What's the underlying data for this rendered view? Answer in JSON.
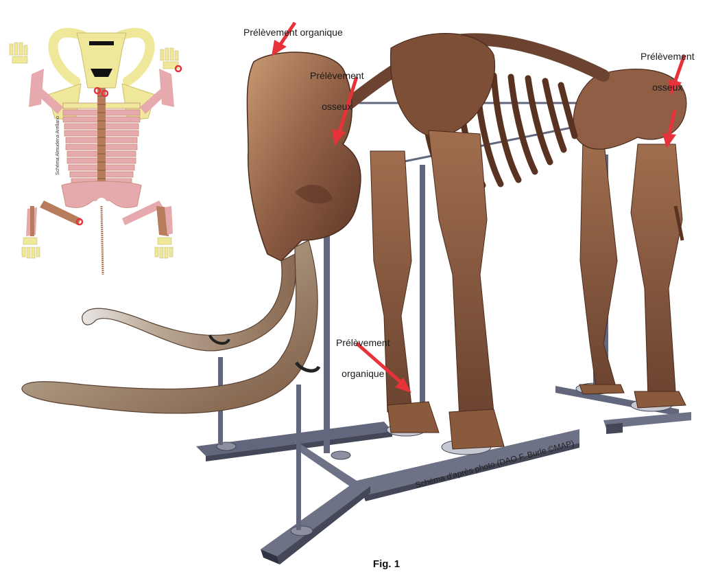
{
  "labels": {
    "organic_top": "Prélèvement organique",
    "bone_head_line1": "Prélèvement",
    "bone_head_line2": "osseux",
    "bone_right_line1": "Prélèvement",
    "bone_right_line2": "osseux",
    "organic_foot_line1": "Prélèvement",
    "organic_foot_line2": "organique"
  },
  "credit": "Schéma d'après photo (DAO F. Burle ©MAP)",
  "schema_author": "Schéma Almudena Arellano",
  "caption": "Fig. 1",
  "colors": {
    "arrow": "#e8323a",
    "bone": "#8a5a3c",
    "bone_dark": "#5a3222",
    "skull": "#9b6a4f",
    "tusk": "#a08a74",
    "stand": "#62677d",
    "stand_dark": "#434757",
    "schema_yellow": "#efe79a",
    "schema_pink": "#e6a9ad",
    "schema_brown": "#b77c5c"
  },
  "icons": {
    "arrow": "red-arrow-icon",
    "sample_marker": "red-ring-icon"
  }
}
